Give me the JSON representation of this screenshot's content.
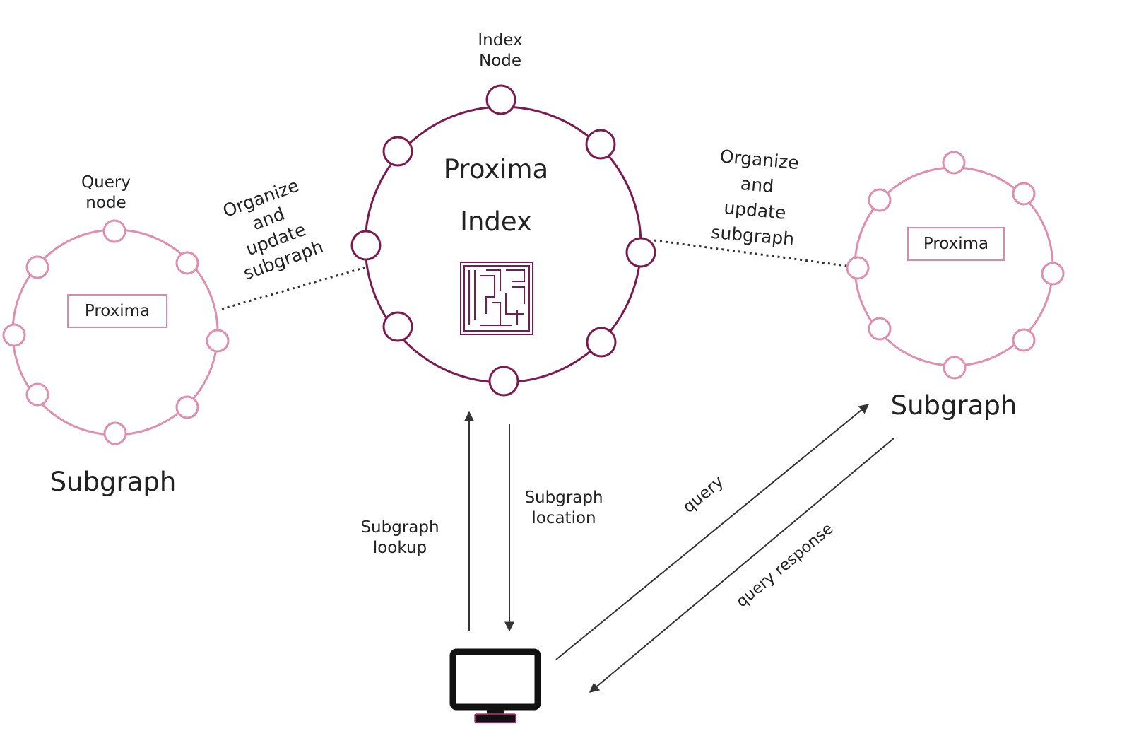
{
  "colors": {
    "index_ring": "#7a1a4e",
    "subgraph_ring": "#de8fae",
    "arrow": "#333333",
    "monitor": "#111111",
    "monitor_accent": "#d6248a"
  },
  "index": {
    "node_label": "Index\nNode",
    "title_line1": "Proxima",
    "title_line2": "Index",
    "icon": "maze-icon"
  },
  "left_subgraph": {
    "node_label": "Query\nnode",
    "box_label": "Proxima",
    "caption": "Subgraph",
    "link_label": "Organize\nand\nupdate\nsubgraph"
  },
  "right_subgraph": {
    "box_label": "Proxima",
    "caption": "Subgraph",
    "link_label": "Organize\nand\nupdate\nsubgraph"
  },
  "arrows": {
    "lookup": "Subgraph\nlookup",
    "location": "Subgraph\nlocation",
    "query": "query",
    "response": "query response"
  },
  "client": {
    "icon": "monitor-icon"
  }
}
